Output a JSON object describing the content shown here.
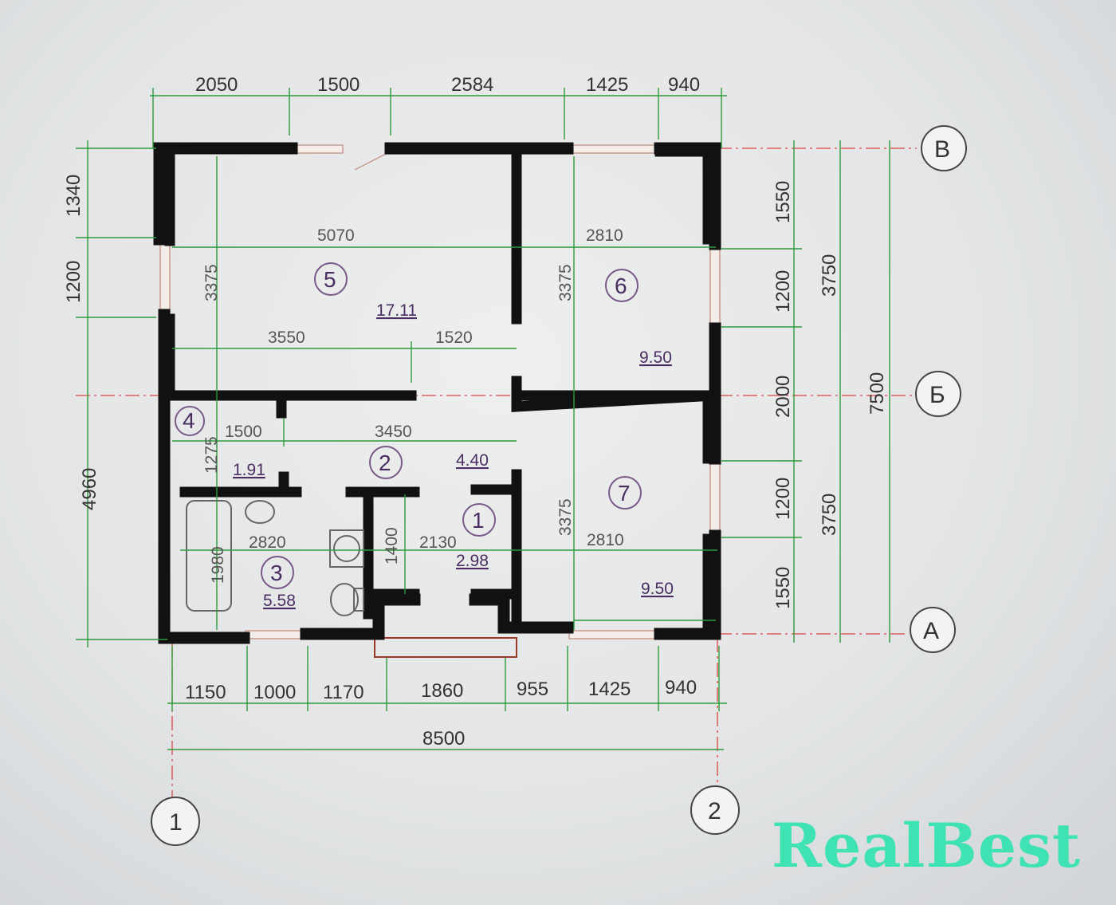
{
  "dimensions": {
    "top": [
      "2050",
      "1500",
      "2584",
      "1425",
      "940"
    ],
    "bottom": [
      "1150",
      "1000",
      "1170",
      "1860",
      "955",
      "1425",
      "940"
    ],
    "overall_width": "8500",
    "left": [
      "1340",
      "1200",
      "4960"
    ],
    "right_inner": [
      "1550",
      "1200",
      "2000",
      "1200",
      "1550"
    ],
    "right_mid": [
      "3750",
      "3750"
    ],
    "right_outer": "7500",
    "interior": {
      "r5_width": "5070",
      "r6_width_top": "2810",
      "r5_height": "3375",
      "r6_height": "3375",
      "corridor_width": "3550",
      "corridor_step": "1520",
      "r4_width": "1500",
      "r2_width": "3450",
      "r4_height": "1275",
      "r3_width": "2820",
      "r3_height": "1980",
      "wc_height": "1400",
      "r1_width": "2130",
      "r7_height": "3375",
      "r7_width": "2810"
    }
  },
  "rooms": [
    {
      "num": "5",
      "area": "17.11"
    },
    {
      "num": "6",
      "area": "9.50"
    },
    {
      "num": "4",
      "area": "1.91"
    },
    {
      "num": "2",
      "area": "4.40"
    },
    {
      "num": "3",
      "area": "5.58"
    },
    {
      "num": "1",
      "area": "2.98"
    },
    {
      "num": "7",
      "area": "9.50"
    }
  ],
  "axes": {
    "rows": [
      "В",
      "Б",
      "А"
    ],
    "cols": [
      "1",
      "2"
    ]
  },
  "colors": {
    "wall": "#111111",
    "dimension": "#2f9a3a",
    "axis": "#dd4444",
    "logo": "#3fe3b3"
  },
  "watermark": "RealBest"
}
